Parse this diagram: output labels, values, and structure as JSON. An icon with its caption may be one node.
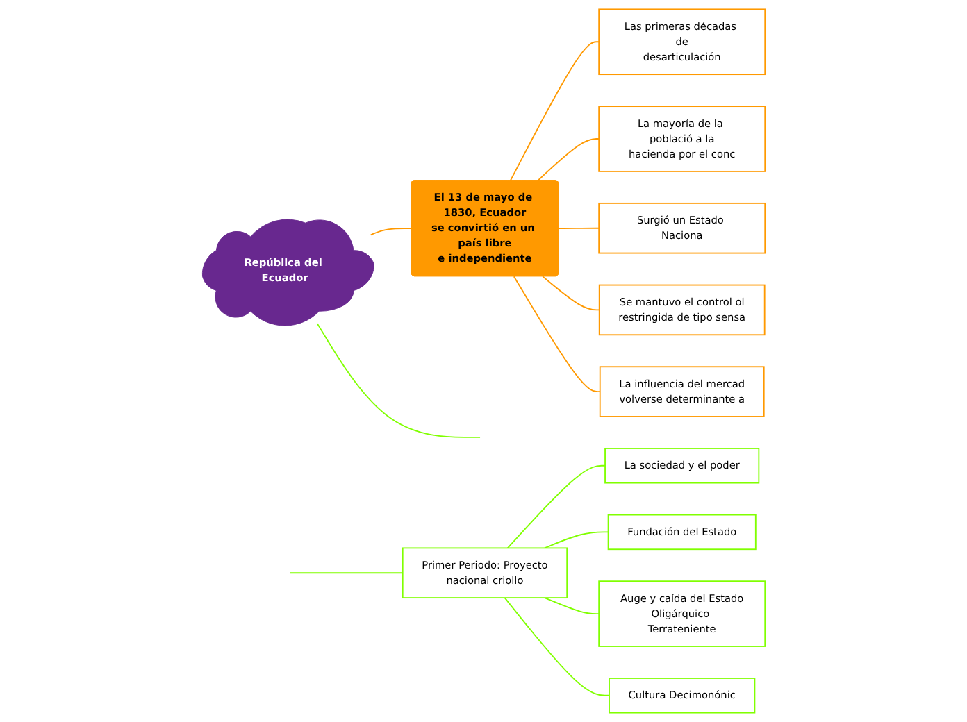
{
  "diagram": {
    "nodes": [
      {
        "text": [
          "República del Ecuador"
        ]
      },
      {
        "text": [
          "El 13 de mayo de 1830, Ecuador se convirtió en un país libre e independiente"
        ]
      },
      {
        "text": [
          "Las primeras décadas de desarticulación"
        ]
      },
      {
        "text": [
          "La mayoría de la població a la hacienda por el conc"
        ]
      },
      {
        "text": [
          "Surgió un Estado Naciona"
        ]
      },
      {
        "text": [
          "Se mantuvo el control ol restringida de tipo sensa"
        ]
      },
      {
        "text": [
          "La influencia del mercad volverse determinante a"
        ]
      },
      {
        "text": [
          "Primer Periodo: Proyecto nacional criollo"
        ]
      },
      {
        "text": [
          "La sociedad y el poder"
        ]
      },
      {
        "text": [
          "Fundación del Estado"
        ]
      },
      {
        "text": [
          "Auge y caída del Estado Oligárquico Terrateniente"
        ]
      },
      {
        "text": [
          "Cultura Decimonónic"
        ]
      }
    ],
    "edges": [
      {
        "from": 0,
        "to": 1,
        "arrow": "none",
        "color": "#ff9900"
      },
      {
        "from": 1,
        "to": 2,
        "arrow": "none",
        "color": "#ff9900"
      },
      {
        "from": 1,
        "to": 3,
        "arrow": "none",
        "color": "#ff9900"
      },
      {
        "from": 1,
        "to": 4,
        "arrow": "none",
        "color": "#ff9900"
      },
      {
        "from": 1,
        "to": 5,
        "arrow": "none",
        "color": "#ff9900"
      },
      {
        "from": 1,
        "to": 6,
        "arrow": "none",
        "color": "#ff9900"
      },
      {
        "from": 0,
        "to": null,
        "arrow": "none",
        "color": "#80ff00"
      },
      {
        "from": null,
        "to": 7,
        "arrow": "none",
        "color": "#80ff00"
      },
      {
        "from": 7,
        "to": 8,
        "arrow": "none",
        "color": "#80ff00"
      },
      {
        "from": 7,
        "to": 9,
        "arrow": "none",
        "color": "#80ff00"
      },
      {
        "from": 7,
        "to": 10,
        "arrow": "none",
        "color": "#80ff00"
      },
      {
        "from": 7,
        "to": 11,
        "arrow": "none",
        "color": "#80ff00"
      }
    ]
  }
}
